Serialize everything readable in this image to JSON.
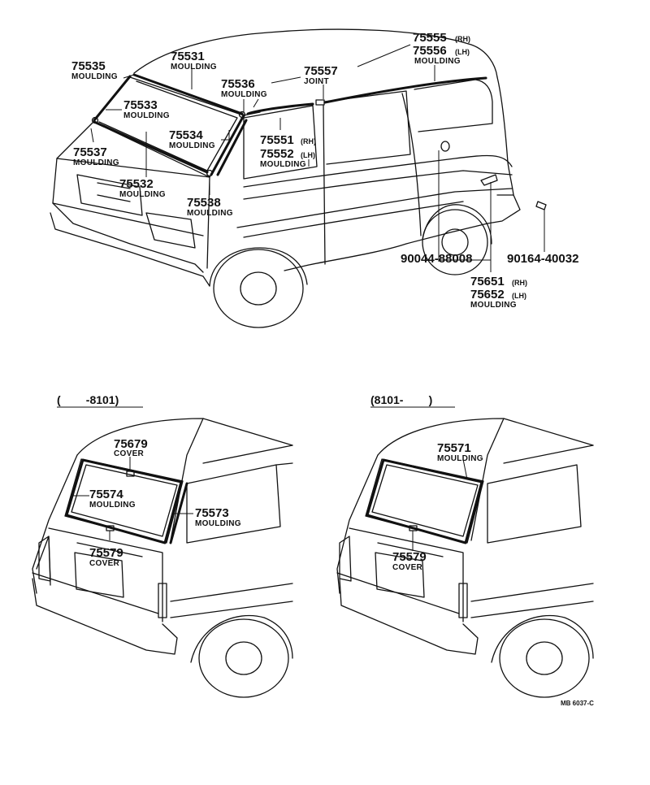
{
  "labels": {
    "p75535": {
      "num": "75535",
      "name": "MOULDING"
    },
    "p75531": {
      "num": "75531",
      "name": "MOULDING"
    },
    "p75533": {
      "num": "75533",
      "name": "MOULDING"
    },
    "p75536": {
      "num": "75536",
      "name": "MOULDING"
    },
    "p75557": {
      "num": "75557",
      "name": "JOINT"
    },
    "p75555": {
      "num": "75555",
      "suffix": "(RH)"
    },
    "p75556": {
      "num": "75556",
      "suffix": "(LH)",
      "name": "MOULDING"
    },
    "p75534": {
      "num": "75534",
      "name": "MOULDING"
    },
    "p75537": {
      "num": "75537",
      "name": "MOULDING"
    },
    "p75551": {
      "num": "75551",
      "suffix": "(RH)"
    },
    "p75552": {
      "num": "75552",
      "suffix": "(LH)",
      "name": "MOULDING"
    },
    "p75532": {
      "num": "75532",
      "name": "MOULDING"
    },
    "p75538": {
      "num": "75538",
      "name": "MOULDING"
    },
    "p90044": {
      "num": "90044-88008"
    },
    "p90164": {
      "num": "90164-40032"
    },
    "p75651": {
      "num": "75651",
      "suffix": "(RH)"
    },
    "p75652": {
      "num": "75652",
      "suffix": "(LH)",
      "name": "MOULDING"
    },
    "p75679": {
      "num": "75679",
      "name": "COVER"
    },
    "p75574": {
      "num": "75574",
      "name": "MOULDING"
    },
    "p75573": {
      "num": "75573",
      "name": "MOULDING"
    },
    "p75579a": {
      "num": "75579",
      "name": "COVER"
    },
    "p75571": {
      "num": "75571",
      "name": "MOULDING"
    },
    "p75579b": {
      "num": "75579",
      "name": "COVER"
    }
  },
  "ranges": {
    "left": "(        -8101)",
    "right": "(8101-        )"
  },
  "drawing_code": "MB 6037-C"
}
